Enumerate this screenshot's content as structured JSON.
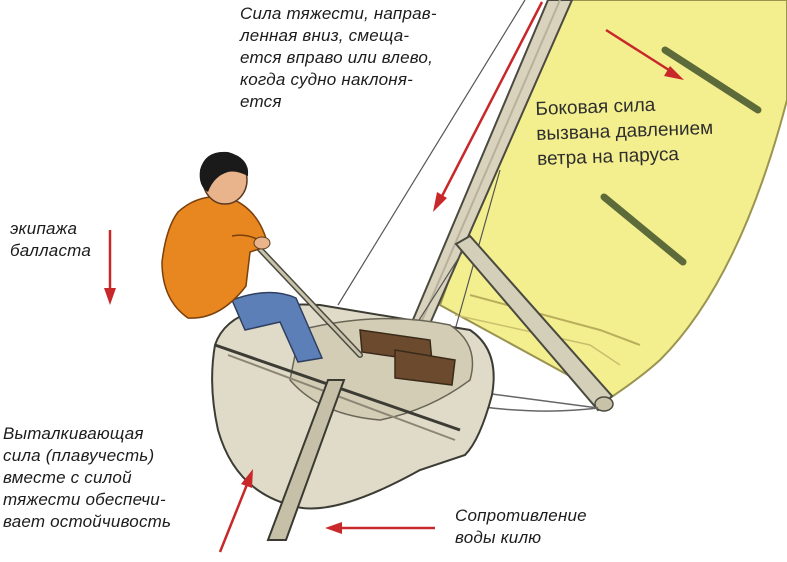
{
  "labels": {
    "gravity": "Сила тяжести, направ-\nленная вниз, смеща-\nется вправо или влево,\nкогда судно наклоня-\nется",
    "side_force": "Боковая сила\nвызвана давлением\nветра на паруса",
    "crew_ballast": "экипажа\nбалласта",
    "buoyancy": "Выталкивающая\nсила (плавучесть)\nвместе с силой\nтяжести обеспечи-\nвает остойчивость",
    "keel_resistance": "Сопротивление\nводы килю"
  },
  "colors": {
    "arrow": "#c8282a",
    "sail": "#f4ef8e",
    "hull": "#e0dbc9",
    "jacket": "#e8861f",
    "jeans": "#5d7fb8"
  }
}
